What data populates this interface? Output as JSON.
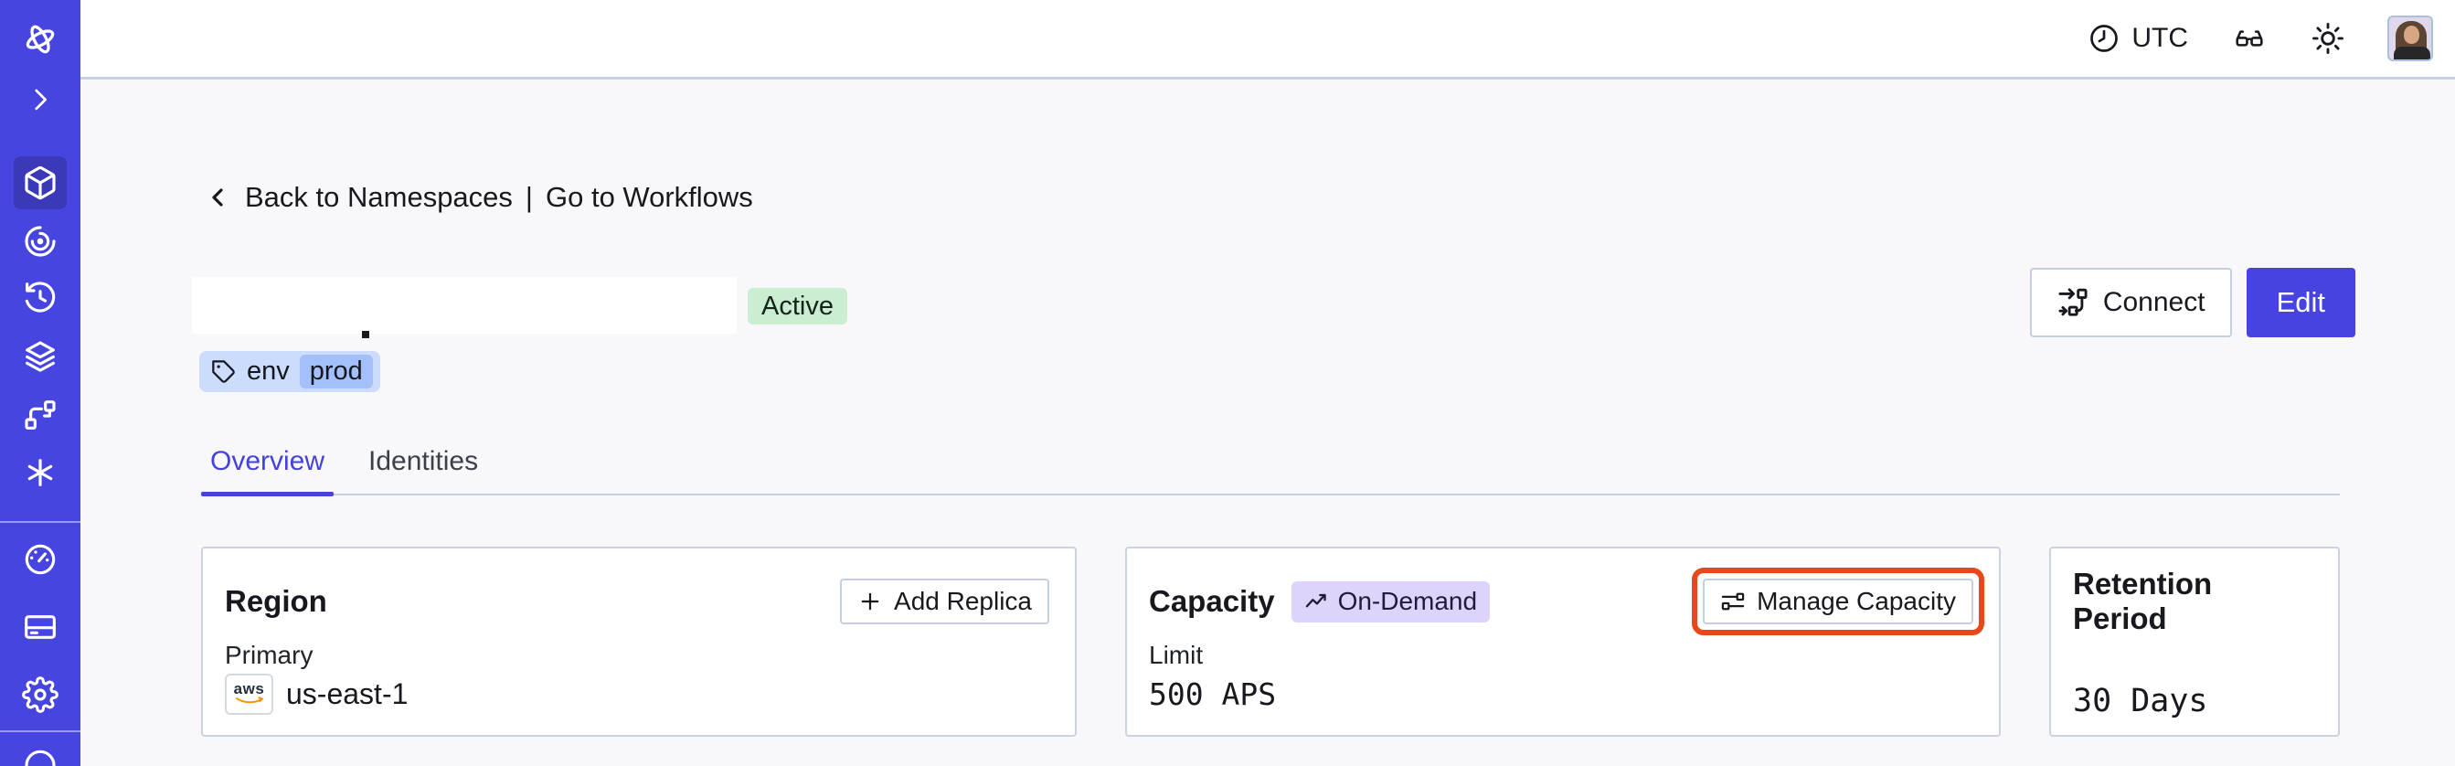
{
  "colors": {
    "sidebar_bg": "#4745DF",
    "sidebar_active_bg": "#3C39B8",
    "accent": "#4643E0",
    "content_bg": "#F8F8FB",
    "card_border": "#CAD3E2",
    "status_active_bg": "#CBEDD2",
    "tag_bg": "#CBDCFD",
    "tag_value_bg": "#A3C0FA",
    "ondemand_badge_bg": "#DED4FB",
    "highlight_box": "#E8471C",
    "aws_orange": "#F59300"
  },
  "sidebar": {
    "items": [
      {
        "icon": "temporal-logo"
      },
      {
        "icon": "chevron-right-expand"
      },
      {
        "icon": "namespaces-cube",
        "active": true
      },
      {
        "icon": "nexus-spiral"
      },
      {
        "icon": "schedules-clock"
      },
      {
        "icon": "layers"
      },
      {
        "icon": "branch"
      },
      {
        "icon": "asterisk"
      },
      {
        "icon": "usage-gauge"
      },
      {
        "icon": "billing-card"
      },
      {
        "icon": "settings-gear"
      },
      {
        "icon": "globe-partial"
      }
    ]
  },
  "topbar": {
    "timezone": "UTC",
    "icons": [
      "clock",
      "glasses",
      "theme-sun",
      "avatar"
    ]
  },
  "breadcrumb": {
    "back_label": "Back to Namespaces",
    "separator": "|",
    "workflows_label": "Go to Workflows"
  },
  "namespace_header": {
    "title_redacted": "",
    "status_badge": "Active",
    "tag_key": "env",
    "tag_value": "prod",
    "connect_label": "Connect",
    "edit_label": "Edit"
  },
  "tabs": {
    "overview": "Overview",
    "identities": "Identities"
  },
  "cards": {
    "region": {
      "title": "Region",
      "add_replica_label": "Add Replica",
      "primary_label": "Primary",
      "provider": "aws",
      "value": "us-east-1"
    },
    "capacity": {
      "title": "Capacity",
      "badge": "On-Demand",
      "manage_label": "Manage Capacity",
      "limit_label": "Limit",
      "value": "500 APS",
      "manage_button_highlighted": true
    },
    "retention": {
      "title": "Retention Period",
      "value": "30 Days"
    }
  }
}
